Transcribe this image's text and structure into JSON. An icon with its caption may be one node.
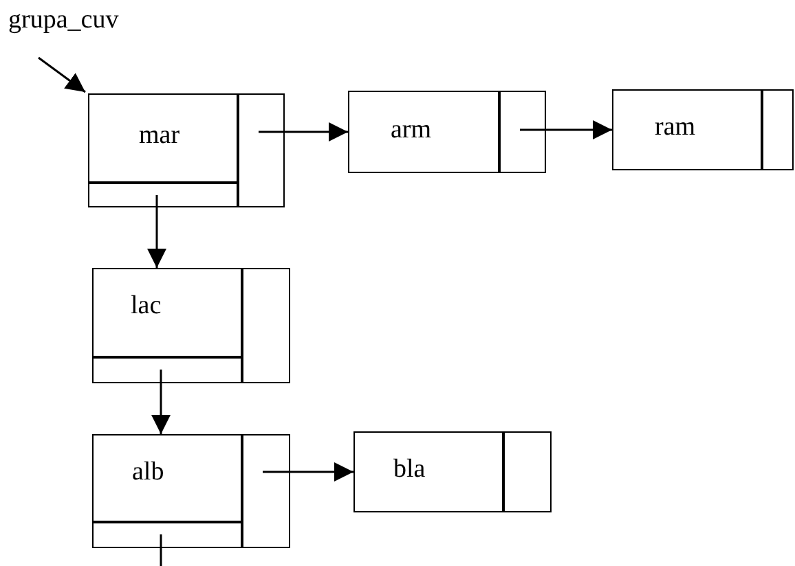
{
  "diagram": {
    "nodes": [
      {
        "text": [
          "grupa_cuv"
        ]
      },
      {
        "text": [
          "mar"
        ]
      },
      {
        "text": [
          "arm"
        ]
      },
      {
        "text": [
          "ram"
        ]
      },
      {
        "text": [
          "lac"
        ]
      },
      {
        "text": [
          "alb"
        ]
      },
      {
        "text": [
          "bla"
        ]
      }
    ],
    "edges": [
      {
        "from": 0,
        "to": 1,
        "arrow": "to"
      },
      {
        "from": 1,
        "to": 2,
        "arrow": "to"
      },
      {
        "from": 2,
        "to": 3,
        "arrow": "to"
      },
      {
        "from": 1,
        "to": 4,
        "arrow": "to"
      },
      {
        "from": 4,
        "to": 5,
        "arrow": "to"
      },
      {
        "from": 5,
        "to": 6,
        "arrow": "to"
      },
      {
        "from": 5,
        "to": null,
        "arrow": "none"
      }
    ]
  }
}
